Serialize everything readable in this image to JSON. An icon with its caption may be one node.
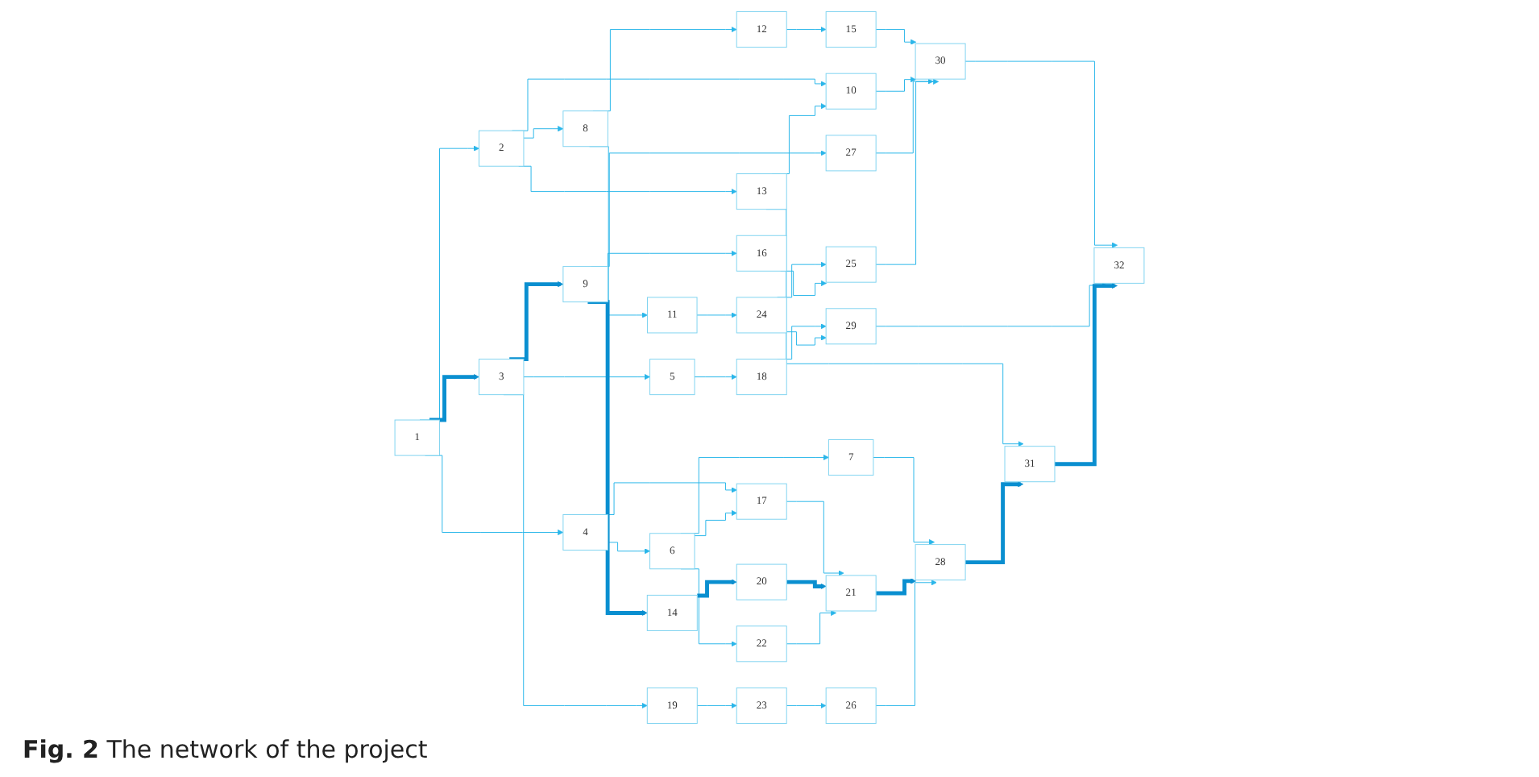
{
  "diagram": {
    "caption": "**Fig. 2** The network of the project",
    "nodes": [
      {
        "text": [
          "1"
        ]
      },
      {
        "text": [
          "2"
        ]
      },
      {
        "text": [
          "3"
        ]
      },
      {
        "text": [
          "4"
        ]
      },
      {
        "text": [
          "5"
        ]
      },
      {
        "text": [
          "6"
        ]
      },
      {
        "text": [
          "7"
        ]
      },
      {
        "text": [
          "8"
        ]
      },
      {
        "text": [
          "9"
        ]
      },
      {
        "text": [
          "10"
        ]
      },
      {
        "text": [
          "11"
        ]
      },
      {
        "text": [
          "12"
        ]
      },
      {
        "text": [
          "13"
        ]
      },
      {
        "text": [
          "14"
        ]
      },
      {
        "text": [
          "15"
        ]
      },
      {
        "text": [
          "16"
        ]
      },
      {
        "text": [
          "17"
        ]
      },
      {
        "text": [
          "18"
        ]
      },
      {
        "text": [
          "19"
        ]
      },
      {
        "text": [
          "20"
        ]
      },
      {
        "text": [
          "21"
        ]
      },
      {
        "text": [
          "22"
        ]
      },
      {
        "text": [
          "23"
        ]
      },
      {
        "text": [
          "24"
        ]
      },
      {
        "text": [
          "25"
        ]
      },
      {
        "text": [
          "26"
        ]
      },
      {
        "text": [
          "27"
        ]
      },
      {
        "text": [
          "28"
        ]
      },
      {
        "text": [
          "29"
        ]
      },
      {
        "text": [
          "30"
        ]
      },
      {
        "text": [
          "31"
        ]
      },
      {
        "text": [
          "32"
        ]
      }
    ],
    "edges": [
      {
        "from": 0,
        "to": 1,
        "arrow": "to"
      },
      {
        "from": 0,
        "to": 2,
        "arrow": "to",
        "style": "thick"
      },
      {
        "from": 0,
        "to": 3,
        "arrow": "to"
      },
      {
        "from": 1,
        "to": 7,
        "arrow": "to"
      },
      {
        "from": 1,
        "to": 9,
        "arrow": "to"
      },
      {
        "from": 1,
        "to": 12,
        "arrow": "to"
      },
      {
        "from": 7,
        "to": 10,
        "arrow": "to"
      },
      {
        "from": 7,
        "to": 11,
        "arrow": "to"
      },
      {
        "from": 2,
        "to": 4,
        "arrow": "to"
      },
      {
        "from": 2,
        "to": 8,
        "arrow": "to",
        "style": "thick"
      },
      {
        "from": 2,
        "to": 18,
        "arrow": "to"
      },
      {
        "from": 3,
        "to": 5,
        "arrow": "to"
      },
      {
        "from": 3,
        "to": 15,
        "arrow": "to"
      },
      {
        "from": 3,
        "to": 16,
        "arrow": "to"
      },
      {
        "from": 11,
        "to": 14,
        "arrow": "to"
      },
      {
        "from": 12,
        "to": 9,
        "arrow": "to"
      },
      {
        "from": 12,
        "to": 30,
        "arrow": "to"
      },
      {
        "from": 4,
        "to": 17,
        "arrow": "to"
      },
      {
        "from": 8,
        "to": 13,
        "arrow": "to",
        "style": "thick"
      },
      {
        "from": 8,
        "to": 26,
        "arrow": "to"
      },
      {
        "from": 5,
        "to": 6,
        "arrow": "to"
      },
      {
        "from": 5,
        "to": 21,
        "arrow": "to"
      },
      {
        "from": 5,
        "to": 16,
        "arrow": "to"
      },
      {
        "from": 10,
        "to": 23,
        "arrow": "to"
      },
      {
        "from": 13,
        "to": 19,
        "arrow": "to",
        "style": "thick"
      },
      {
        "from": 18,
        "to": 22,
        "arrow": "to"
      },
      {
        "from": 16,
        "to": 20,
        "arrow": "to"
      },
      {
        "from": 19,
        "to": 20,
        "arrow": "to",
        "style": "thick"
      },
      {
        "from": 21,
        "to": 20,
        "arrow": "to"
      },
      {
        "from": 14,
        "to": 29,
        "arrow": "to"
      },
      {
        "from": 9,
        "to": 29,
        "arrow": "to"
      },
      {
        "from": 17,
        "to": 28,
        "arrow": "to"
      },
      {
        "from": 23,
        "to": 28,
        "arrow": "to"
      },
      {
        "from": 23,
        "to": 24,
        "arrow": "to"
      },
      {
        "from": 22,
        "to": 25,
        "arrow": "to"
      },
      {
        "from": 15,
        "to": 24,
        "arrow": "to"
      },
      {
        "from": 6,
        "to": 27,
        "arrow": "to"
      },
      {
        "from": 20,
        "to": 27,
        "arrow": "to",
        "style": "thick"
      },
      {
        "from": 25,
        "to": 27,
        "arrow": "to"
      },
      {
        "from": 26,
        "to": 29,
        "arrow": "to"
      },
      {
        "from": 24,
        "to": 29,
        "arrow": "to"
      },
      {
        "from": 29,
        "to": 31,
        "arrow": "to"
      },
      {
        "from": 28,
        "to": 31,
        "arrow": "to"
      },
      {
        "from": 27,
        "to": 30,
        "arrow": "to",
        "style": "thick"
      },
      {
        "from": 30,
        "to": 31,
        "arrow": "to",
        "style": "thick"
      }
    ]
  }
}
